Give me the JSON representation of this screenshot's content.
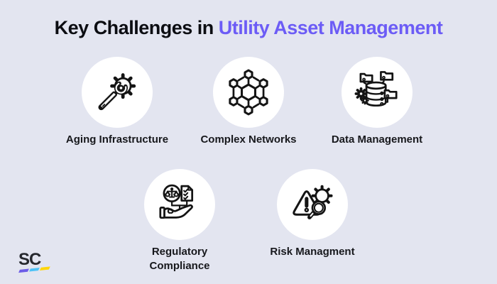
{
  "title": {
    "prefix": "Key Challenges in",
    "highlight": "Utility Asset Management"
  },
  "challenges": [
    {
      "label": "Aging Infrastructure",
      "icon": "wrench-gear"
    },
    {
      "label": "Complex Networks",
      "icon": "hexagon-network"
    },
    {
      "label": "Data Management",
      "icon": "database-folders-gears"
    },
    {
      "label": "Regulatory Compliance",
      "icon": "hand-scales-checklist"
    },
    {
      "label": "Risk Managment",
      "icon": "warning-triangle-gear-magnifier"
    }
  ],
  "logo": {
    "text": "SC",
    "stripe_colors": [
      "#6C5CE7",
      "#4FC3F7",
      "#FFD60A"
    ]
  },
  "colors": {
    "background": "#E3E5F0",
    "title_text": "#0C0D12",
    "title_highlight": "#6C5CF6",
    "icon_stroke": "#141414",
    "circle_fill": "#FFFFFF",
    "label_text": "#17181C",
    "logo_text": "#26282E"
  }
}
